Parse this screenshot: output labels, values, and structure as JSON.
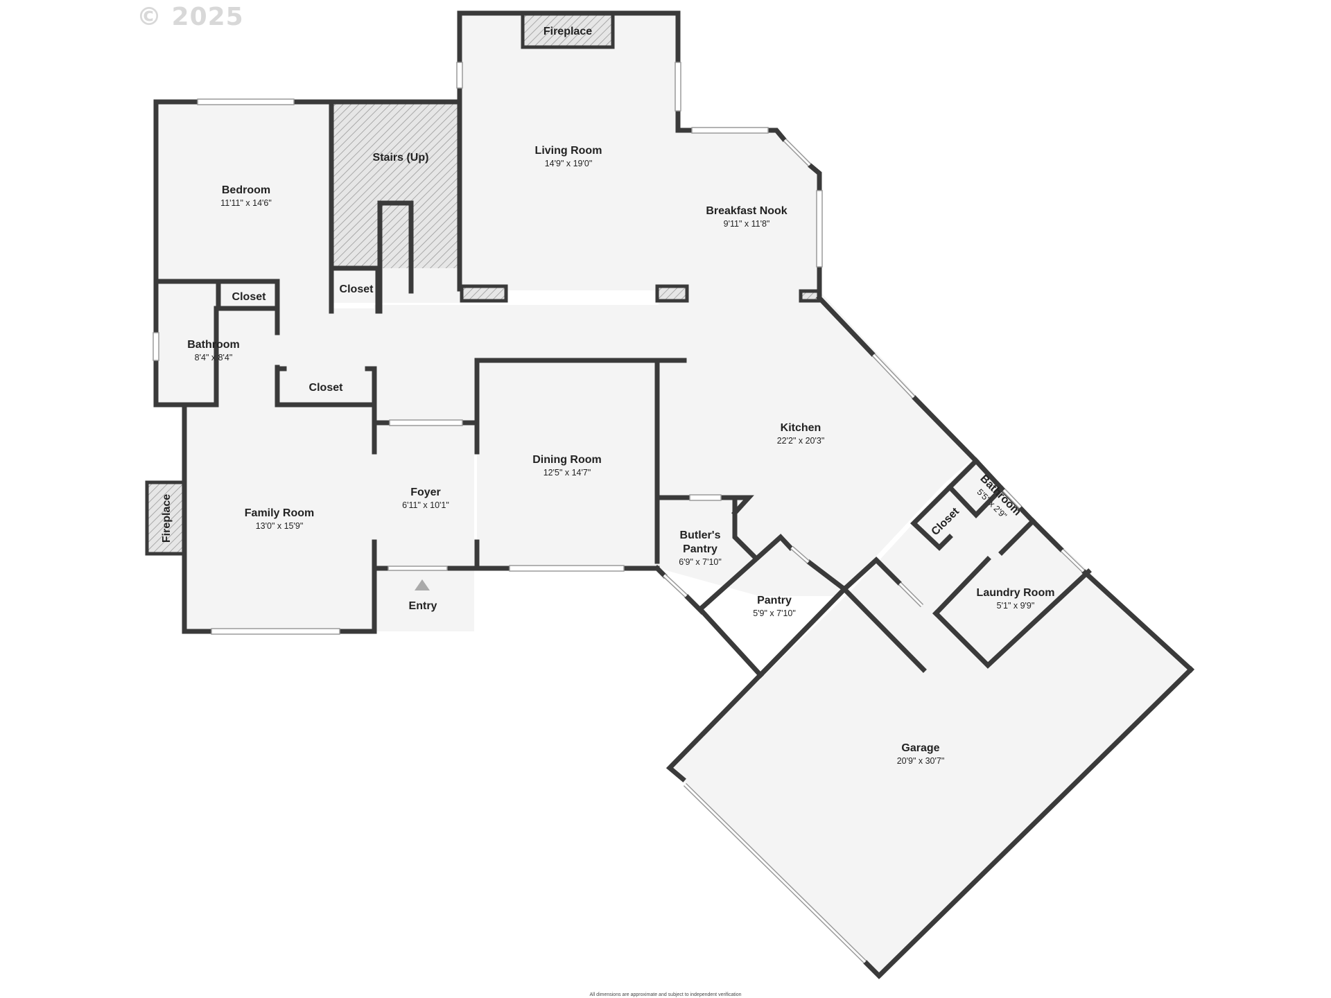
{
  "copyright": "© 2025",
  "disclaimer": "All dimensions are approximate and subject to independent verification",
  "entry_label": "Entry",
  "colors": {
    "wall": "#3a3a3a",
    "floor": "#f4f4f4",
    "hatch": "#999999",
    "window": "#ffffff"
  },
  "rooms": {
    "living_room": {
      "name": "Living Room",
      "dims": "14'9\" x 19'0\""
    },
    "breakfast_nook": {
      "name": "Breakfast Nook",
      "dims": "9'11\" x 11'8\""
    },
    "stairs": {
      "name": "Stairs (Up)"
    },
    "bedroom": {
      "name": "Bedroom",
      "dims": "11'11\" x 14'6\""
    },
    "closet_bedroom": {
      "name": "Closet"
    },
    "closet_stairs": {
      "name": "Closet"
    },
    "bathroom": {
      "name": "Bathroom",
      "dims": "8'4\" x 8'4\""
    },
    "closet_hall": {
      "name": "Closet"
    },
    "kitchen": {
      "name": "Kitchen",
      "dims": "22'2\" x 20'3\""
    },
    "dining_room": {
      "name": "Dining Room",
      "dims": "12'5\" x 14'7\""
    },
    "foyer": {
      "name": "Foyer",
      "dims": "6'11\" x 10'1\""
    },
    "family_room": {
      "name": "Family Room",
      "dims": "13'0\" x 15'9\""
    },
    "fireplace_family": {
      "name": "Fireplace"
    },
    "fireplace_living": {
      "name": "Fireplace"
    },
    "butlers_pantry": {
      "name": "Butler's",
      "name2": "Pantry",
      "dims": "6'9\" x 7'10\""
    },
    "pantry": {
      "name": "Pantry",
      "dims": "5'9\" x 7'10\""
    },
    "bathroom_small": {
      "name": "Bathroom",
      "dims": "5'5\" x 2'9\""
    },
    "closet_small": {
      "name": "Closet"
    },
    "laundry_room": {
      "name": "Laundry Room",
      "dims": "5'1\" x 9'9\""
    },
    "garage": {
      "name": "Garage",
      "dims": "20'9\" x 30'7\""
    }
  }
}
